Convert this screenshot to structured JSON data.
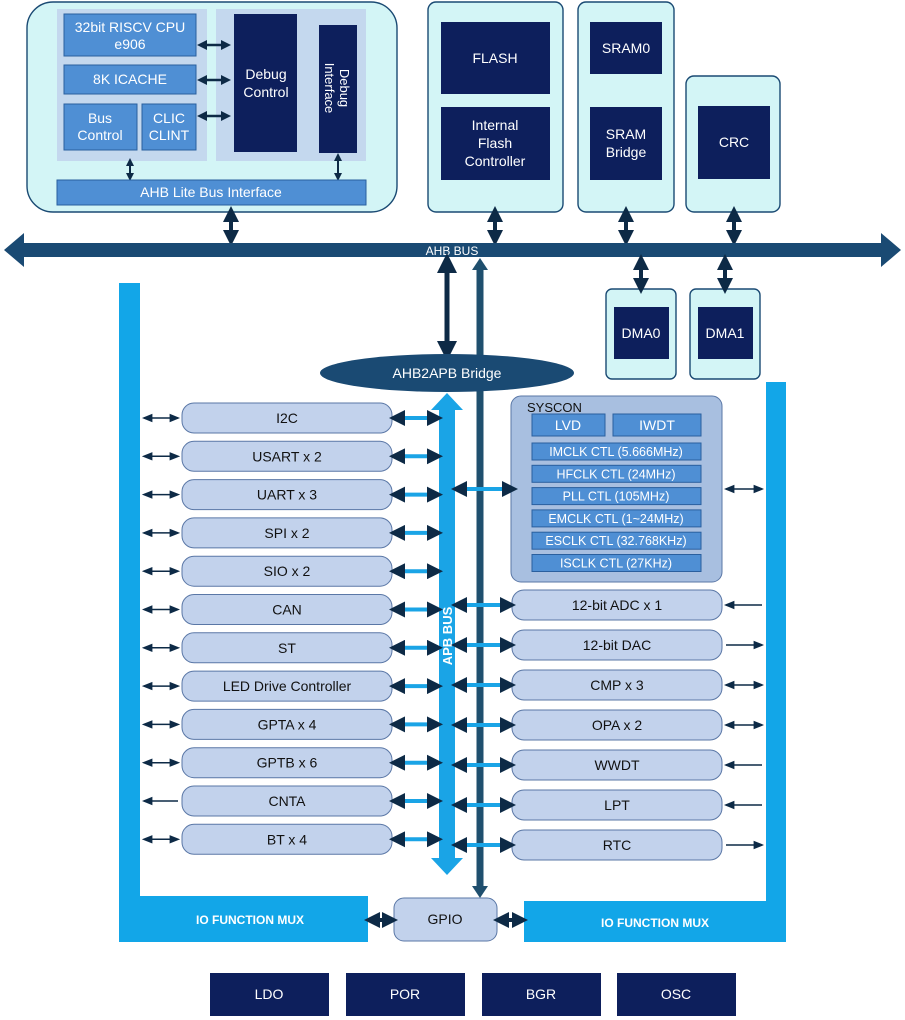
{
  "cpu": {
    "core": [
      "32bit RISCV CPU",
      "e906"
    ],
    "icache": "8K ICACHE",
    "bus_control": [
      "Bus",
      "Control"
    ],
    "clic": [
      "CLIC",
      "CLINT"
    ],
    "debug_control": [
      "Debug",
      "Control"
    ],
    "debug_interface": [
      "Debug",
      "Interface"
    ],
    "ahb_lite": "AHB Lite Bus Interface"
  },
  "memory": {
    "flash": "FLASH",
    "flash_controller": [
      "Internal",
      "Flash",
      "Controller"
    ],
    "sram0": "SRAM0",
    "sram_bridge": [
      "SRAM",
      "Bridge"
    ],
    "crc": "CRC"
  },
  "buses": {
    "ahb": "AHB BUS",
    "ahb2apb": "AHB2APB Bridge",
    "apb": "APB BUS"
  },
  "dma": [
    "DMA0",
    "DMA1"
  ],
  "left_peripherals": [
    "I2C",
    "USART x 2",
    "UART x 3",
    "SPI x 2",
    "SIO x 2",
    "CAN",
    "ST",
    "LED Drive Controller",
    "GPTA x 4",
    "GPTB x 6",
    "CNTA",
    "BT x 4"
  ],
  "syscon": {
    "title": "SYSCON",
    "lvd": "LVD",
    "iwdt": "IWDT",
    "clocks": [
      "IMCLK CTL (5.666MHz)",
      "HFCLK CTL (24MHz)",
      "PLL CTL (105MHz)",
      "EMCLK CTL (1~24MHz)",
      "ESCLK CTL (32.768KHz)",
      "ISCLK CTL (27KHz)"
    ]
  },
  "right_peripherals": [
    "12-bit ADC x 1",
    "12-bit DAC",
    "CMP x 3",
    "OPA x 2",
    "WWDT",
    "LPT",
    "RTC"
  ],
  "io_mux": [
    "IO FUNCTION MUX",
    "IO FUNCTION MUX"
  ],
  "gpio": "GPIO",
  "analog": [
    "LDO",
    "POR",
    "BGR",
    "OSC"
  ],
  "colors": {
    "dark_navy": "#0d1f5c",
    "mid_blue": "#4f8fd4",
    "panel_cyan": "#d3f5f6",
    "periph_fill": "#c2d2ec",
    "apb_blue": "#1aa4e6",
    "ahb_navy": "#1a4a73",
    "mux_blue": "#12a6e8"
  }
}
